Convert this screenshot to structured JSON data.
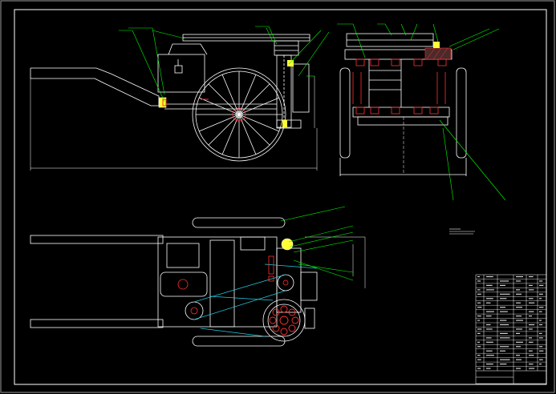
{
  "drawing": {
    "background": "#000000",
    "line_color": "#ffffff",
    "leader_color": "#00ff00",
    "section_color": "#ff0000",
    "hidden_color": "#00ffff",
    "highlight_color": "#ffff00",
    "hatch_color": "#ff00ff"
  },
  "views": [
    "side-elevation",
    "end-elevation",
    "plan-view"
  ],
  "title_block": {
    "rows": 22,
    "columns": 6
  }
}
